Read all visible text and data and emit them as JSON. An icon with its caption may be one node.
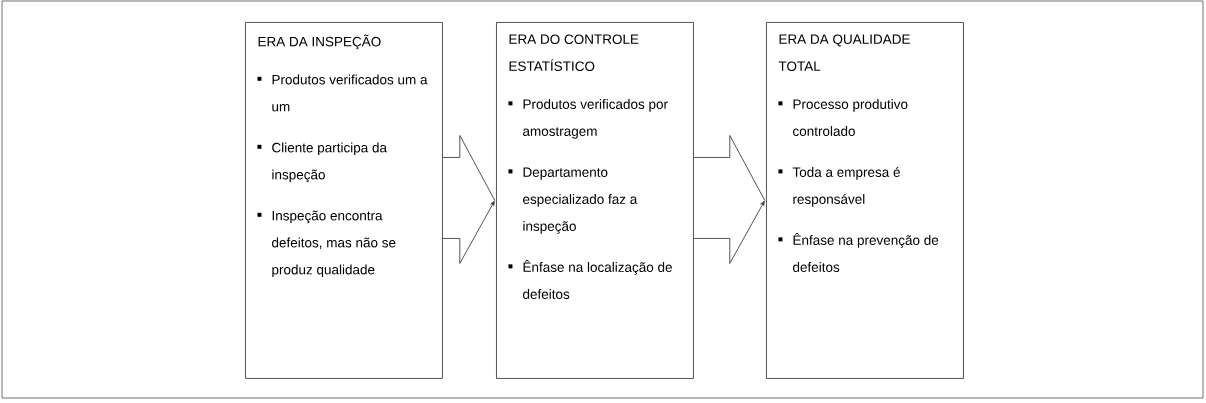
{
  "diagram": {
    "nodes": [
      {
        "text": [
          "ERA DA INSPEÇÃO",
          "Produtos verificados um a um",
          "Cliente participa da inspeção",
          "Inspeção encontra defeitos, mas não se produz qualidade"
        ]
      },
      {
        "text": [
          "ERA DO CONTROLE ESTATÍSTICO",
          "Produtos verificados por amostragem",
          "Departamento especializado faz a inspeção",
          "Ênfase na localização de defeitos"
        ]
      },
      {
        "text": [
          "ERA DA QUALIDADE TOTAL",
          "Processo produtivo controlado",
          "Toda a empresa é responsável",
          "Ênfase na prevenção de defeitos"
        ]
      }
    ],
    "edges": [
      {
        "from": 0,
        "to": 1,
        "arrow": "to"
      },
      {
        "from": 1,
        "to": 2,
        "arrow": "to"
      }
    ]
  }
}
